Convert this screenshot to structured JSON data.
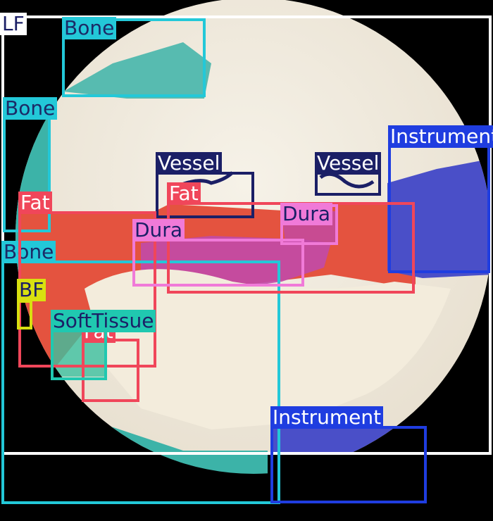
{
  "image": {
    "description_colors": {
      "background": "#000000",
      "bone": "#f1ece0",
      "soft_tissue_teal": "#3cb3a8",
      "fat_red": "#e4533f",
      "dura_pink": "#c14aa8",
      "instrument_blue": "#4a4fc8"
    }
  },
  "annotations": [
    {
      "label": "LF",
      "color": "#ffffff",
      "text_color": "#1b1f66"
    },
    {
      "label": "Bone",
      "color": "#23c8d8",
      "text_color": "#1b2a66"
    },
    {
      "label": "Bone",
      "color": "#23c8d8",
      "text_color": "#1b2a66"
    },
    {
      "label": "Bone",
      "color": "#23c8d8",
      "text_color": "#1b2a66"
    },
    {
      "label": "Instrument",
      "color": "#1f3de0",
      "text_color": "#ffffff"
    },
    {
      "label": "Instrument",
      "color": "#1f3de0",
      "text_color": "#ffffff"
    },
    {
      "label": "Vessel",
      "color": "#1b1f66",
      "text_color": "#ffffff"
    },
    {
      "label": "Vessel",
      "color": "#1b1f66",
      "text_color": "#ffffff"
    },
    {
      "label": "Fat",
      "color": "#f0465a",
      "text_color": "#ffffff"
    },
    {
      "label": "Fat",
      "color": "#f0465a",
      "text_color": "#ffffff"
    },
    {
      "label": "Fat",
      "color": "#f0465a",
      "text_color": "#ffffff"
    },
    {
      "label": "Dura",
      "color": "#f07ad8",
      "text_color": "#1b1f66"
    },
    {
      "label": "Dura",
      "color": "#f07ad8",
      "text_color": "#1b1f66"
    },
    {
      "label": "BF",
      "color": "#d8e010",
      "text_color": "#1b1f66"
    },
    {
      "label": "SoftTissue",
      "color": "#20c8b0",
      "text_color": "#1b1f66"
    }
  ]
}
